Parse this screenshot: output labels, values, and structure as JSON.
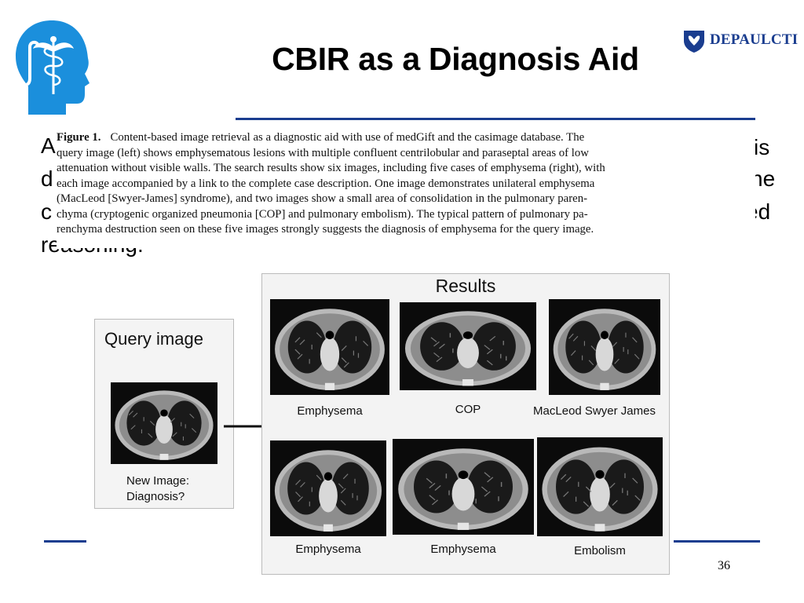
{
  "slide": {
    "title": "CBIR as a Diagnosis Aid",
    "page_number": "36",
    "logo_text": "DEPAULCTI",
    "accent_color": "#1a3d8f"
  },
  "background_text": {
    "line_1_start": "A",
    "line_1_end": "sis",
    "line_2_start": "d",
    "line_2_end": "ne",
    "line_3_start": "c",
    "line_3_end": "ed",
    "line_4_start": "reasoning."
  },
  "caption": {
    "figure_label": "Figure 1.",
    "lines": [
      "Content-based image retrieval as a diagnostic aid with use of medGift and the casimage database. The",
      "query image (left) shows emphysematous lesions with multiple confluent centrilobular and paraseptal areas of low",
      "attenuation without visible walls. The search results show six images, including five cases of emphysema (right), with",
      "each image accompanied by a link to the complete case description. One image demonstrates unilateral emphysema",
      "(MacLeod [Swyer-James] syndrome), and two images show a small area of consolidation in the pulmonary paren-",
      "chyma (cryptogenic organized pneumonia [COP] and pulmonary embolism). The typical pattern of pulmonary pa-",
      "renchyma destruction seen on these five images strongly suggests the diagnosis of emphysema for the query image."
    ]
  },
  "query": {
    "label": "Query image",
    "caption_line_1": "New Image:",
    "caption_line_2": "Diagnosis?"
  },
  "results": {
    "label": "Results",
    "items": [
      {
        "label": "Emphysema"
      },
      {
        "label": "COP"
      },
      {
        "label": "MacLeod Swyer James"
      },
      {
        "label": "Emphysema"
      },
      {
        "label": "Emphysema"
      },
      {
        "label": "Embolism"
      }
    ]
  }
}
